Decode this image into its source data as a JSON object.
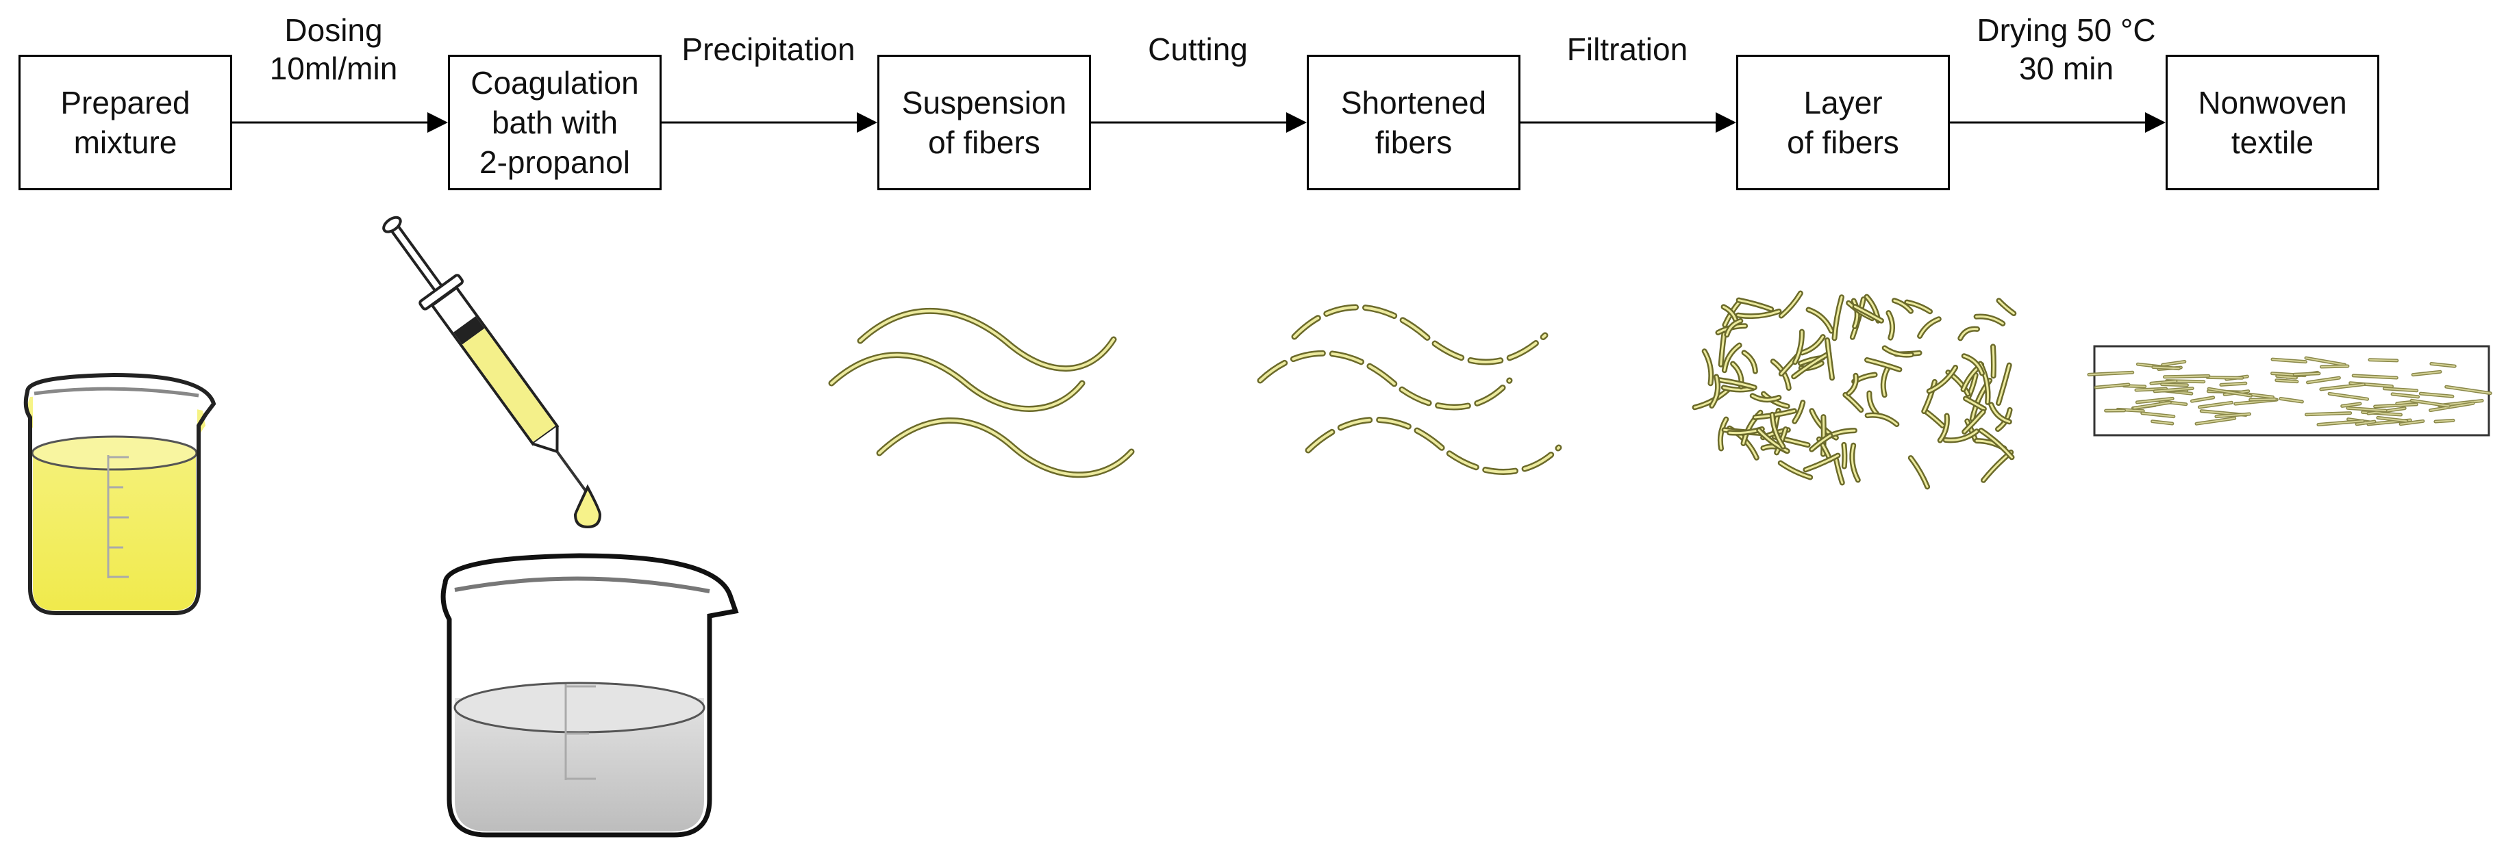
{
  "steps": [
    {
      "label": "Prepared\nmixture"
    },
    {
      "label": "Coagulation\nbath with\n2-propanol"
    },
    {
      "label": "Suspension\nof fibers"
    },
    {
      "label": "Shortened\nfibers"
    },
    {
      "label": "Layer\nof fibers"
    },
    {
      "label": "Nonwoven\ntextile"
    }
  ],
  "transitions": [
    {
      "label": "Dosing\n10ml/min"
    },
    {
      "label": "Precipitation"
    },
    {
      "label": "Cutting"
    },
    {
      "label": "Filtration"
    },
    {
      "label": "Drying 50 °C\n30 min"
    }
  ],
  "colors": {
    "fiber": "#d8d48a",
    "fiber_edge": "#6b6a2a",
    "mixture": "#f4f06a",
    "bath": "#c8c8c8"
  },
  "icons": [
    "beaker-icon",
    "syringe-icon",
    "beaker-bath-icon",
    "fiber-wave-icon",
    "short-fiber-icon",
    "fiber-layer-icon",
    "nonwoven-sheet-icon"
  ]
}
